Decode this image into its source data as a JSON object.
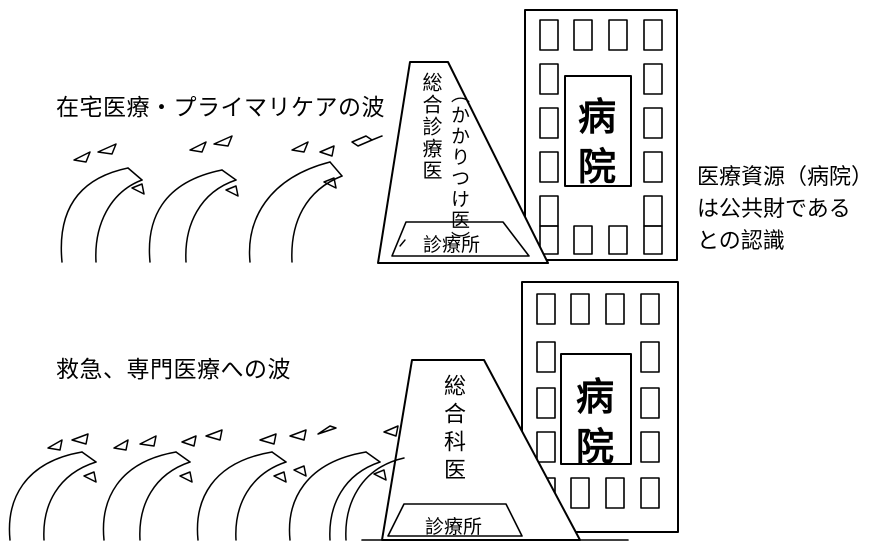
{
  "top_panel": {
    "wave_label": "在宅医療・プライマリケアの波",
    "physician_main": "総合診療医",
    "physician_sub": "（かかりつけ医）",
    "clinic_label": "診療所",
    "hospital_char_1": "病",
    "hospital_char_2": "院",
    "note_line_1": "医療資源（病院）",
    "note_line_2": "は公共財である",
    "note_line_3": "との認識"
  },
  "bottom_panel": {
    "wave_label": "救急、専門医療への波",
    "physician_main": "総合科医",
    "clinic_label": "診療所",
    "hospital_char_1": "病",
    "hospital_char_2": "院"
  }
}
